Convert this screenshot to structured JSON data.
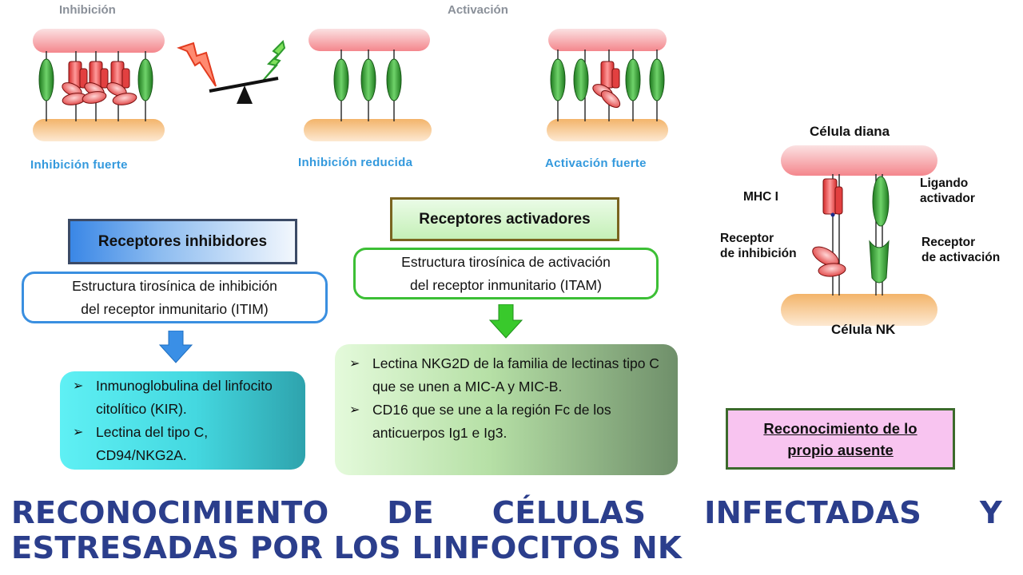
{
  "top": {
    "inhibition_header": "Inhibición",
    "activation_header": "Activación",
    "caption_strong_inhibition": "Inhibición fuerte",
    "caption_reduced_inhibition": "Inhibición reducida",
    "caption_strong_activation": "Activación fuerte"
  },
  "inhibitory": {
    "title": "Receptores inhibidores",
    "motif_line1": "Estructura tirosínica de inhibición",
    "motif_line2": "del receptor inmunitario (ITIM)",
    "items": [
      "Inmunoglobulina del linfocito citolítico (KIR).",
      "Lectina del tipo C, CD94/NKG2A."
    ]
  },
  "activating": {
    "title": "Receptores activadores",
    "motif_line1": "Estructura tirosínica de activación",
    "motif_line2": "del receptor inmunitario (ITAM)",
    "items": [
      "Lectina NKG2D de la familia de lectinas tipo C que se unen a MIC-A y MIC-B.",
      "CD16 que se une a la región Fc de los anticuerpos Ig1 e Ig3."
    ]
  },
  "legend": {
    "target_cell": "Célula diana",
    "mhc": "MHC I",
    "activating_ligand_line1": "Ligando",
    "activating_ligand_line2": "activador",
    "inhibitory_receptor_line1": "Receptor",
    "inhibitory_receptor_line2": "de inhibición",
    "activating_receptor_line1": "Receptor",
    "activating_receptor_line2": "de activación",
    "nk_cell": "Célula NK"
  },
  "missing_self": {
    "line1": "Reconocimiento de lo",
    "line2": "propio ausente"
  },
  "main_title": {
    "line1_words": [
      "RECONOCIMIENTO",
      "DE",
      "CÉLULAS",
      "INFECTADAS",
      "Y"
    ],
    "line2": "ESTRESADAS POR LOS LINFOCITOS NK"
  },
  "colors": {
    "title_blue": "#2b3e8c",
    "caption_blue": "#3399dd",
    "receptor_green": "#2e9a2e",
    "mhc_red": "#e03535",
    "target_cell_pink": "#f7a4a8",
    "nk_cell_orange": "#f6c486"
  }
}
